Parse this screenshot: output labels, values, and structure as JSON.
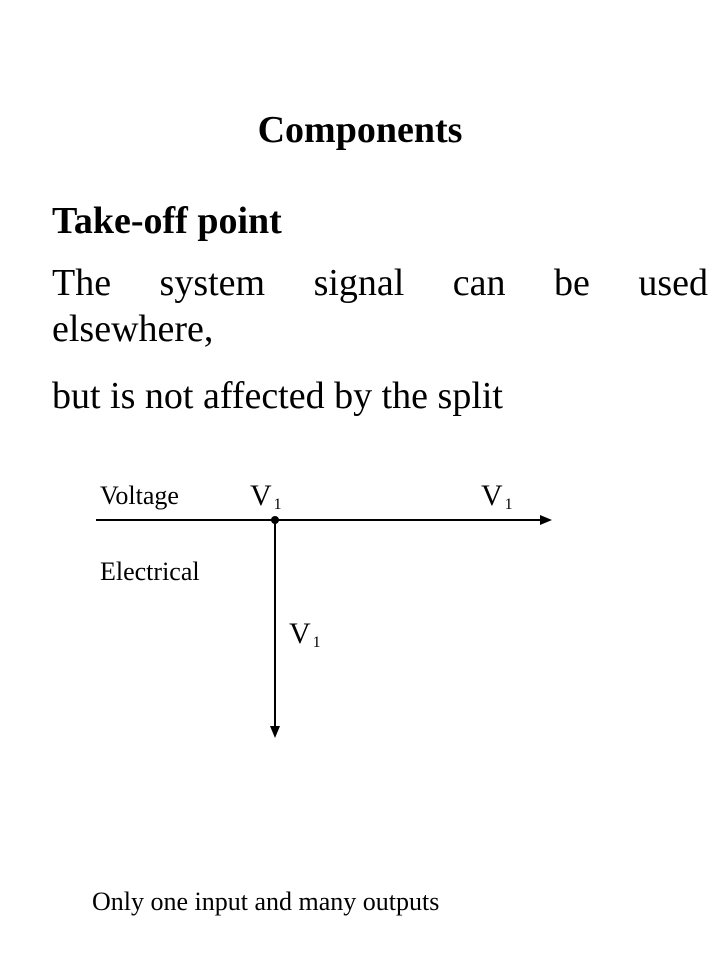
{
  "slide": {
    "title": "Components",
    "subheading": "Take-off point",
    "line1": "The system signal can be used",
    "line2": "elsewhere,",
    "line3": "but is not affected by the split"
  },
  "diagram": {
    "label_voltage": "Voltage",
    "label_electrical": "Electrical",
    "signal_symbol": "V",
    "signal_subscript": "1"
  },
  "caption": "Only one input and many outputs"
}
